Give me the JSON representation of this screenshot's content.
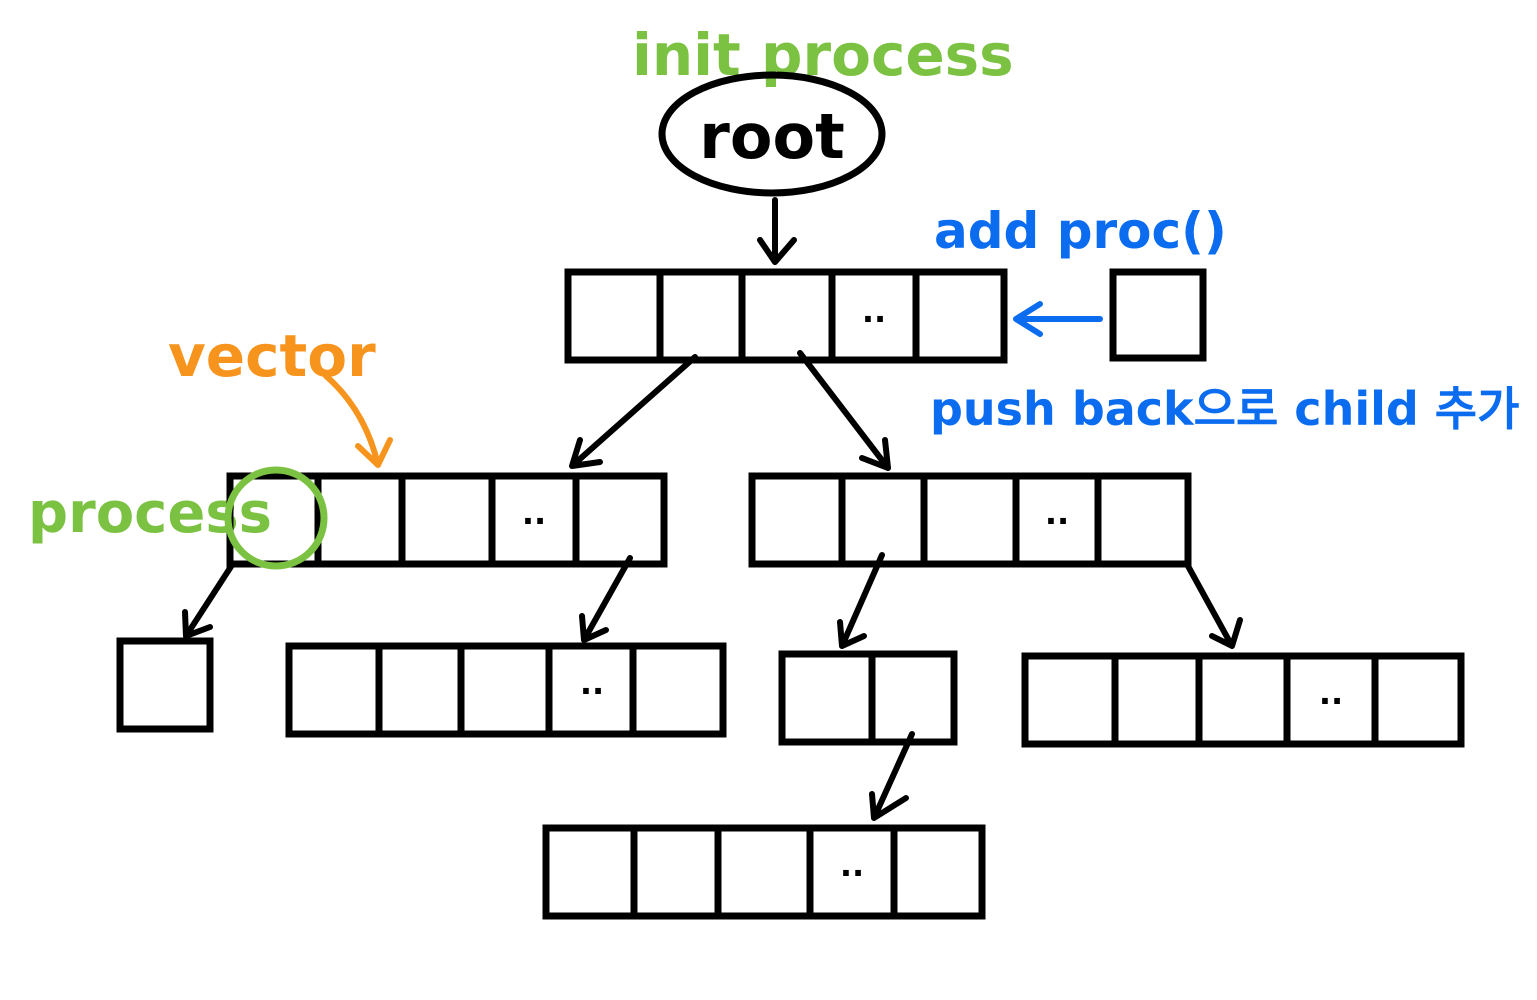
{
  "labels": {
    "init_process": "init process",
    "root": "root",
    "add_proc": "add proc()",
    "push_back": "push back으로 child 추가",
    "vector": "vector",
    "process": "process"
  },
  "ellipsis": "..",
  "colors": {
    "ink": "#000000",
    "green": "#7cc242",
    "orange": "#f7941d",
    "blue": "#0b6cf0"
  },
  "vectors": [
    {
      "id": "root-children",
      "cells": 5,
      "ellipsis_cell": 3
    },
    {
      "id": "left-children",
      "cells": 5,
      "ellipsis_cell": 3
    },
    {
      "id": "right-children",
      "cells": 5,
      "ellipsis_cell": 3
    },
    {
      "id": "left-first-child",
      "cells": 1,
      "ellipsis_cell": null
    },
    {
      "id": "left-last-child",
      "cells": 5,
      "ellipsis_cell": 3
    },
    {
      "id": "right-second-child",
      "cells": 2,
      "ellipsis_cell": null
    },
    {
      "id": "right-last-child",
      "cells": 5,
      "ellipsis_cell": 3
    },
    {
      "id": "bottom-child",
      "cells": 5,
      "ellipsis_cell": 3
    },
    {
      "id": "new-proc",
      "cells": 1,
      "ellipsis_cell": null
    }
  ]
}
